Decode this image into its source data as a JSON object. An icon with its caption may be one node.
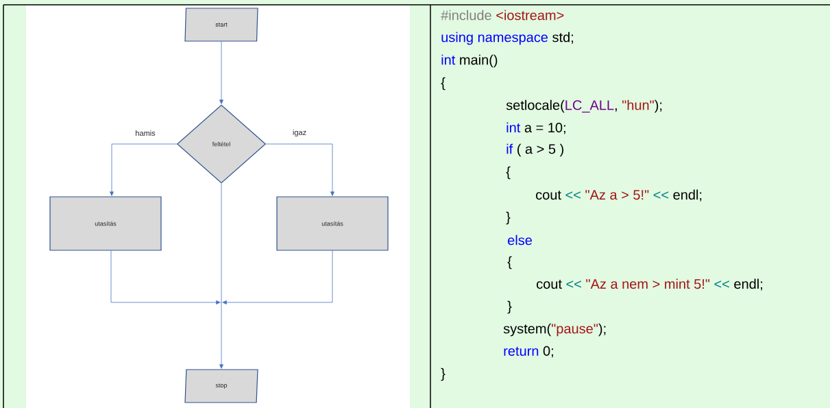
{
  "diagram": {
    "nodes": [
      {
        "text": [
          "start"
        ]
      },
      {
        "text": [
          "feltétel"
        ]
      },
      {
        "text": [
          "utasítás"
        ]
      },
      {
        "text": [
          "utasítás"
        ]
      },
      {
        "text": [],
        "shape": "point"
      },
      {
        "text": [
          "stop"
        ]
      }
    ],
    "edges": [
      {
        "from": 0,
        "to": 1,
        "arrow": "to"
      },
      {
        "from": 1,
        "to": 2,
        "arrow": "to",
        "label": "hamis"
      },
      {
        "from": 1,
        "to": 3,
        "arrow": "to",
        "label": "igaz"
      },
      {
        "from": 2,
        "to": 4,
        "arrow": "to"
      },
      {
        "from": 3,
        "to": 4,
        "arrow": "to"
      },
      {
        "from": 1,
        "to": 5,
        "arrow": "to"
      }
    ],
    "labels": [
      "#include",
      "<iostream>",
      "using namespace",
      "std;",
      "int",
      "main()",
      "{",
      "setlocale(",
      "LC_ALL",
      ",",
      "\"hun\"",
      ");",
      "int",
      "a = 10;",
      "if",
      "( a > 5 )",
      "{",
      "cout",
      "<<",
      "\"Az a > 5!\"",
      "<<",
      "endl;",
      "}",
      "else",
      "{",
      "cout",
      "<<",
      "\"Az a nem > mint 5!\"",
      "<<",
      "endl;",
      "}",
      "system(",
      "\"pause\"",
      ");",
      "return",
      "0;",
      "}"
    ]
  }
}
